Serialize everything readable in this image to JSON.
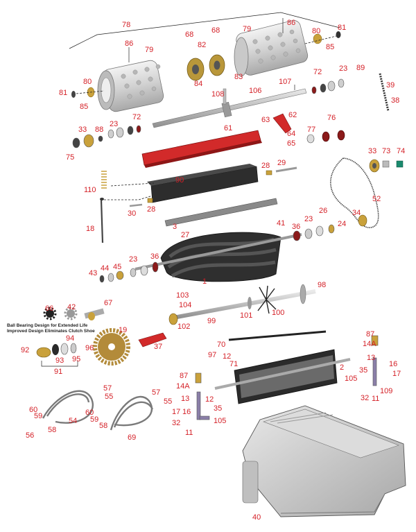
{
  "notes": {
    "line1": "Ball Bearing Design for Extended Life",
    "line2": "Improved Design Eliminates Clutch Shoe"
  },
  "callouts": [
    "78",
    "86",
    "79",
    "68",
    "68",
    "82",
    "80",
    "81",
    "79",
    "86",
    "80",
    "81",
    "85",
    "84",
    "83",
    "85",
    "108",
    "106",
    "107",
    "72",
    "23",
    "89",
    "39",
    "38",
    "72",
    "23",
    "33",
    "88",
    "75",
    "61",
    "63",
    "62",
    "64",
    "65",
    "77",
    "76",
    "33",
    "73",
    "74",
    "110",
    "90",
    "28",
    "29",
    "28",
    "30",
    "52",
    "34",
    "18",
    "3",
    "27",
    "41",
    "36",
    "23",
    "26",
    "24",
    "43",
    "44",
    "45",
    "23",
    "36",
    "1",
    "66",
    "42",
    "67",
    "103",
    "104",
    "98",
    "102",
    "99",
    "101",
    "100",
    "19",
    "37",
    "92",
    "94",
    "96",
    "93",
    "95",
    "91",
    "70",
    "97",
    "12",
    "71",
    "87",
    "14A",
    "13",
    "2",
    "16",
    "17",
    "35",
    "105",
    "32",
    "11",
    "109",
    "87",
    "14A",
    "13",
    "12",
    "57",
    "55",
    "57",
    "55",
    "60",
    "59",
    "58",
    "54",
    "56",
    "17",
    "16",
    "35",
    "32",
    "105",
    "11",
    "60",
    "59",
    "58",
    "69",
    "40"
  ],
  "colors": {
    "callout": "#d41f26",
    "bedknife": "#d22a2a",
    "reel": "#2f2f2f",
    "roller": "#dcdcdc",
    "brass": "#c9a13b",
    "hopper": "#cfcfcf"
  },
  "icons": [
    "roller-icon",
    "shaft-icon",
    "bearing-icon",
    "reel-icon",
    "bedknife-icon",
    "bedbar-icon",
    "brush-icon",
    "gear-icon",
    "cable-icon",
    "hopper-icon",
    "chain-icon",
    "belt-icon",
    "spring-icon",
    "lever-icon"
  ]
}
